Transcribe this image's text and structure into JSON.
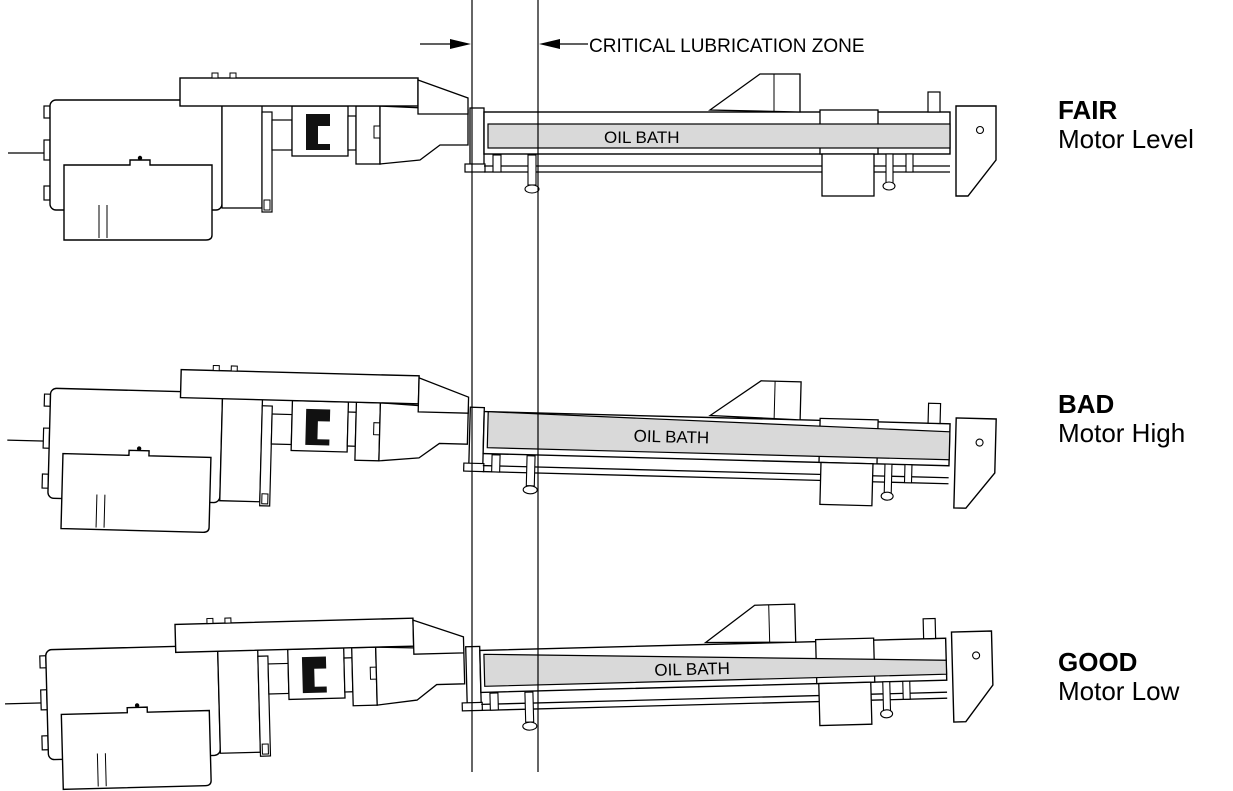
{
  "zone_label": "CRITICAL LUBRICATION ZONE",
  "configurations": [
    {
      "rating": "FAIR",
      "motor_position": "Motor Level",
      "bath_label": "OIL BATH"
    },
    {
      "rating": "BAD",
      "motor_position": "Motor High",
      "bath_label": "OIL BATH"
    },
    {
      "rating": "GOOD",
      "motor_position": "Motor Low",
      "bath_label": "OIL BATH"
    }
  ],
  "colors": {
    "line": "#000000",
    "oil_bath_fill": "#d9d9d9",
    "background": "#ffffff"
  }
}
